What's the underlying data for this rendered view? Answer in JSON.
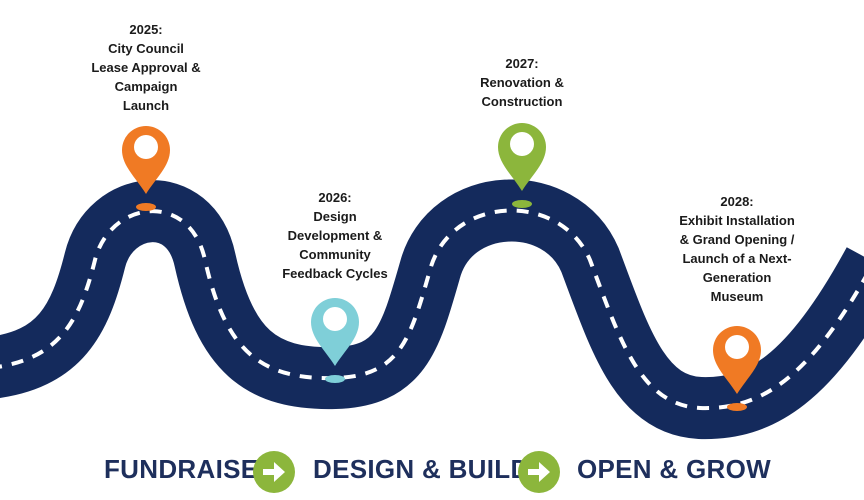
{
  "milestones": [
    {
      "year": "2025:",
      "lines": [
        "City Council",
        "Lease Approval &",
        "Campaign",
        "Launch"
      ],
      "pin_color": "#f07a24",
      "pin_color_name": "orange"
    },
    {
      "year": "2026:",
      "lines": [
        "Design",
        "Development &",
        "Community",
        "Feedback Cycles"
      ],
      "pin_color": "#7fcfd8",
      "pin_color_name": "light-blue"
    },
    {
      "year": "2027:",
      "lines": [
        "Renovation &",
        "Construction"
      ],
      "pin_color": "#8cb63c",
      "pin_color_name": "green"
    },
    {
      "year": "2028:",
      "lines": [
        "Exhibit Installation",
        "& Grand Opening /",
        "Launch of a Next-",
        "Generation",
        "Museum"
      ],
      "pin_color": "#f07a24",
      "pin_color_name": "orange"
    }
  ],
  "phases": [
    {
      "label": "FUNDRAISE"
    },
    {
      "label": "DESIGN & BUILD"
    },
    {
      "label": "OPEN & GROW"
    }
  ],
  "colors": {
    "road": "#142a5c",
    "road_dash": "#ffffff",
    "phase_text": "#1e2f5c",
    "arrow": "#8cb63c"
  },
  "icons": {
    "pin": "map-pin-icon",
    "arrow": "arrow-right-circle-icon"
  }
}
